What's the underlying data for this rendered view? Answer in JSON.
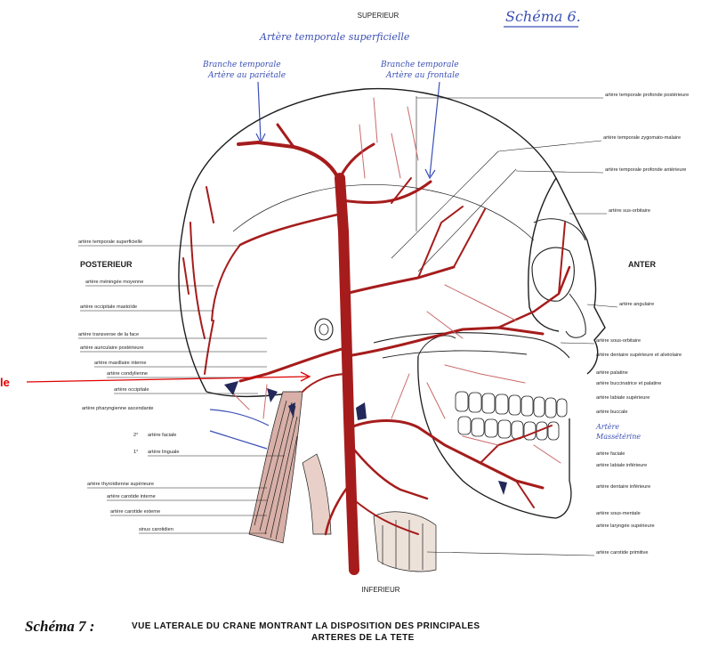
{
  "colors": {
    "artery": "#a61c1c",
    "ink": "#1d1d1d",
    "blue_ink": "#3a4fb5",
    "annotation_red": "#e00000",
    "paper": "#ffffff"
  },
  "orientation": {
    "top": "SUPERIEUR",
    "bottom": "INFERIEUR",
    "front": "ANTER",
    "back": "POSTERIEUR"
  },
  "handwritten": {
    "schema_number": "Schéma 6.",
    "temporal_title": "Artère temporale superficielle",
    "left_note": [
      "Branche temporale",
      "Artère au pariétale"
    ],
    "right_note": [
      "Branche temporale",
      "Artère au frontale"
    ],
    "mid_face_note": [
      "Artère",
      "Massétérine"
    ],
    "left_margin_fragment": "le"
  },
  "labels_left": [
    "artère temporale superficielle",
    "artère méningée moyenne",
    "artère occipitale mastoïde",
    "artère transverse de la face",
    "artère auriculaire postérieure",
    "artère maxillaire interne",
    "artère condylienne",
    "artère occipitale",
    "artère pharyngienne ascendante",
    "artère faciale",
    "artère linguale",
    "artère thyroïdienne supérieure",
    "artère carotide interne",
    "artère carotide externe",
    "sinus carotidien"
  ],
  "labels_left_prefix": {
    "faciale": "2°",
    "linguale": "1°"
  },
  "labels_right": [
    "artère temporale profonde postérieure",
    "artère temporale zygomato-malaire",
    "artère temporale profonde antérieure",
    "artère sus-orbitaire",
    "artère angulaire",
    "artère sous-orbitaire",
    "artère dentaire supérieure et alvéolaire",
    "artère palatine",
    "artère buccinatrice et palatine",
    "artère labiale supérieure",
    "artère buccale",
    "artère faciale",
    "artère labiale inférieure",
    "artère dentaire inférieure",
    "artère sous-mentale",
    "artère laryngée supérieure",
    "artère carotide primitive"
  ],
  "caption": {
    "lead": "Schéma 7 :",
    "line1": "VUE LATERALE DU CRANE MONTRANT LA DISPOSITION DES PRINCIPALES",
    "line2": "ARTERES DE LA TETE"
  }
}
